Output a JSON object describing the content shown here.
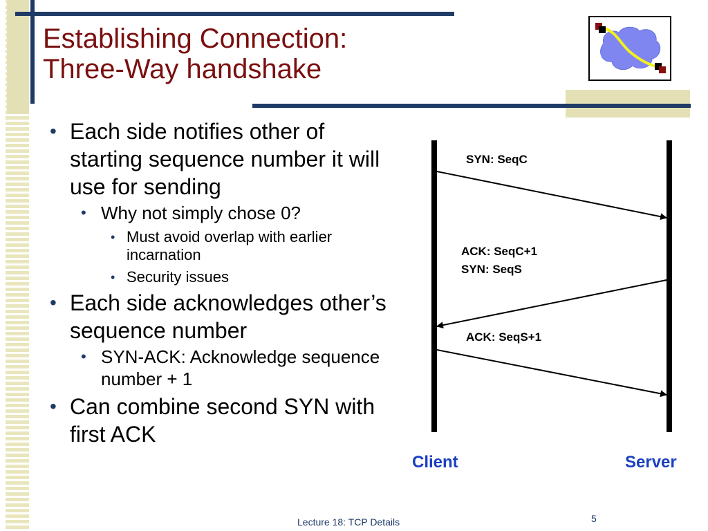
{
  "title": {
    "line1": "Establishing Connection:",
    "line2": "Three-Way handshake"
  },
  "bullets": [
    {
      "text": "Each side notifies other of starting sequence number it will use for sending",
      "sub": [
        {
          "text": "Why not simply chose 0?",
          "sub": [
            "Must avoid overlap with earlier incarnation",
            "Security issues"
          ]
        }
      ]
    },
    {
      "text": "Each side acknowledges other’s sequence number",
      "sub": [
        {
          "text": "SYN-ACK: Acknowledge sequence number + 1"
        }
      ]
    },
    {
      "text": "Can combine second SYN with first ACK"
    }
  ],
  "diagram": {
    "client_label": "Client",
    "server_label": "Server",
    "msg1": "SYN: SeqC",
    "msg2_line1": "ACK: SeqC+1",
    "msg2_line2": "SYN: SeqS",
    "msg3": "ACK: SeqS+1",
    "label_color": "#1a3fc0"
  },
  "footer": {
    "text": "Lecture 18: TCP Details",
    "page": "5"
  },
  "logo": {
    "icon": "network-cloud-icon"
  }
}
